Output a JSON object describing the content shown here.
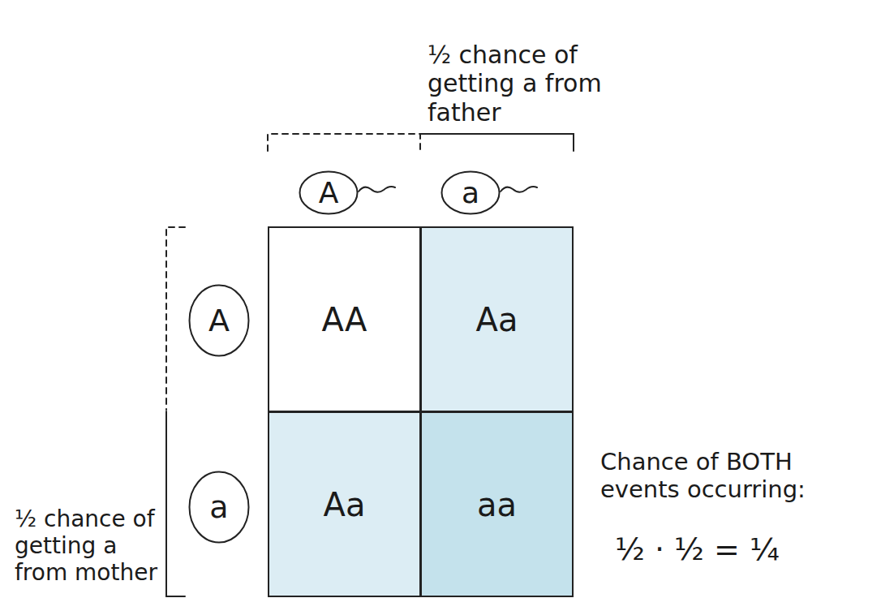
{
  "diagram": {
    "nodes": [
      {
        "text": [
          "A"
        ]
      },
      {
        "text": [
          "a"
        ]
      },
      {
        "text": [
          "A"
        ]
      },
      {
        "text": [
          "AA"
        ]
      },
      {
        "text": [
          "Aa"
        ]
      },
      {
        "text": [
          "a"
        ]
      },
      {
        "text": [
          "Aa"
        ]
      },
      {
        "text": [
          "aa"
        ]
      }
    ],
    "labels": [
      "½ chance of getting a from father",
      "½ chance of getting a from mother",
      "Chance of BOTH events occurring:",
      "½ · ½ = ¼"
    ]
  }
}
